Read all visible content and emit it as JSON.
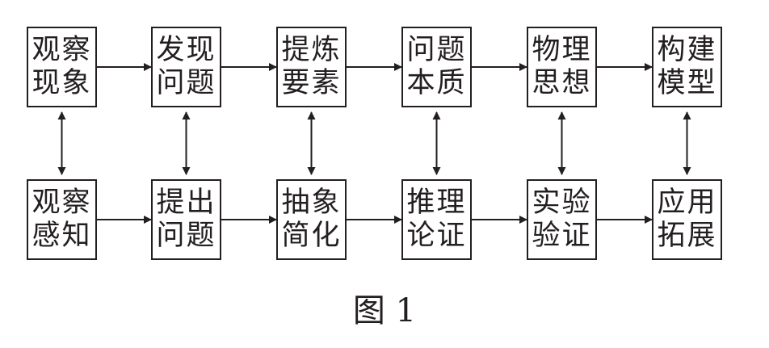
{
  "diagram": {
    "top_row": [
      {
        "lines": [
          "观察",
          "现象"
        ]
      },
      {
        "lines": [
          "发现",
          "问题"
        ]
      },
      {
        "lines": [
          "提炼",
          "要素"
        ]
      },
      {
        "lines": [
          "问题",
          "本质"
        ]
      },
      {
        "lines": [
          "物理",
          "思想"
        ]
      },
      {
        "lines": [
          "构建",
          "模型"
        ]
      }
    ],
    "bottom_row": [
      {
        "lines": [
          "观察",
          "感知"
        ]
      },
      {
        "lines": [
          "提出",
          "问题"
        ]
      },
      {
        "lines": [
          "抽象",
          "简化"
        ]
      },
      {
        "lines": [
          "推理",
          "论证"
        ]
      },
      {
        "lines": [
          "实验",
          "验证"
        ]
      },
      {
        "lines": [
          "应用",
          "拓展"
        ]
      }
    ],
    "edge_color": "#231f20"
  },
  "caption": "图 1"
}
